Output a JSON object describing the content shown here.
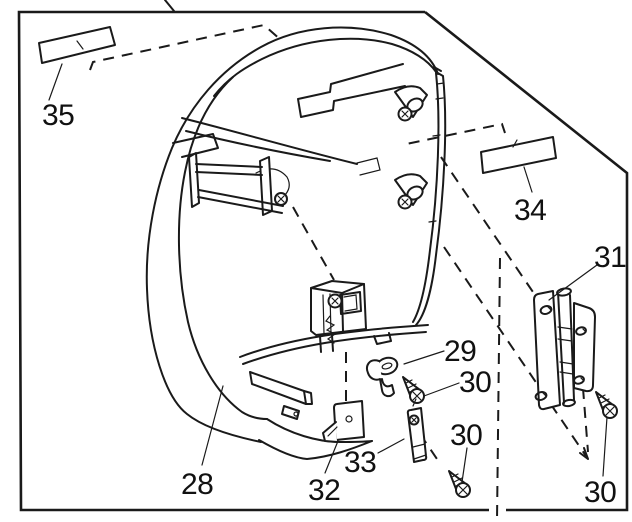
{
  "figure": {
    "kind": "exploded parts diagram",
    "colors": {
      "line": "#1a1a1a",
      "background": "#ffffff"
    }
  },
  "labels": {
    "sticker_left": "35",
    "sticker_right": "34",
    "hinge": "31",
    "hook": "29",
    "screw_upper": "30",
    "screw_lower_center": "30",
    "plate": "33",
    "bracket": "32",
    "cover": "28",
    "screw_lower_right": "30"
  }
}
